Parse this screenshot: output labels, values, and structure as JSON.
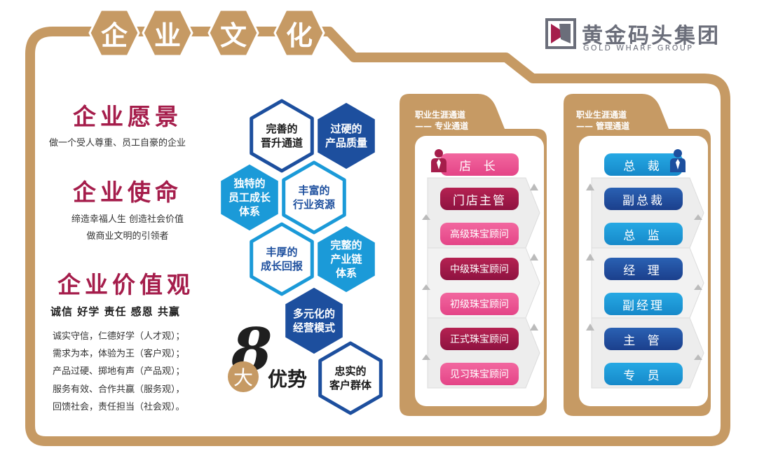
{
  "title_chars": [
    "企",
    "业",
    "文",
    "化"
  ],
  "logo": {
    "name": "黄金码头集团",
    "en": "GOLD WHARF GROUP"
  },
  "vision": {
    "heading": "企业愿景",
    "text": "做一个受人尊重、员工自豪的企业"
  },
  "mission": {
    "heading": "企业使命",
    "lines": [
      "缔造幸福人生  创造社会价值",
      "做商业文明的引领者"
    ]
  },
  "values": {
    "heading": "企业价值观",
    "keywords": "诚信  好学  责任  感恩  共赢",
    "lines": [
      "诚实守信，仁德好学（人才观）；",
      "需求为本，体验为王（客户观）；",
      "产品过硬、掷地有声（产品观）；",
      "服务有效、合作共赢（服务观），",
      "回馈社会，责任担当（社会观）。"
    ]
  },
  "advantages": {
    "items": [
      {
        "lines": [
          "完善的",
          "晋升通道"
        ],
        "style": "outline"
      },
      {
        "lines": [
          "过硬的",
          "产品质量"
        ],
        "style": "navy"
      },
      {
        "lines": [
          "独特的",
          "员工成长",
          "体系"
        ],
        "style": "cyan"
      },
      {
        "lines": [
          "丰富的",
          "行业资源"
        ],
        "style": "outline-cyan"
      },
      {
        "lines": [
          "丰厚的",
          "成长回报"
        ],
        "style": "outline-cyan"
      },
      {
        "lines": [
          "完整的",
          "产业链",
          "体系"
        ],
        "style": "cyan"
      },
      {
        "lines": [
          "多元化的",
          "经营模式"
        ],
        "style": "navy"
      },
      {
        "lines": [
          "忠实的",
          "客户群体"
        ],
        "style": "outline-navy"
      }
    ],
    "number": "8",
    "da": "大",
    "suffix": "优势"
  },
  "professional_track": {
    "title": [
      "职业生涯通道",
      "—— 专业通道"
    ],
    "levels": [
      "店  长",
      "门店主管",
      "高级珠宝顾问",
      "中级珠宝顾问",
      "初级珠宝顾问",
      "正式珠宝顾问",
      "见习珠宝顾问"
    ]
  },
  "management_track": {
    "title": [
      "职业生涯通道",
      "—— 管理通道"
    ],
    "levels": [
      "总  裁",
      "副总裁",
      "总  监",
      "经  理",
      "副经理",
      "主  管",
      "专  员"
    ]
  },
  "colors": {
    "gold": "#c69a64",
    "maroon": "#a51d4b",
    "pink": "#e44487",
    "cyan": "#1b9ad8",
    "navy": "#1d4f9e"
  }
}
